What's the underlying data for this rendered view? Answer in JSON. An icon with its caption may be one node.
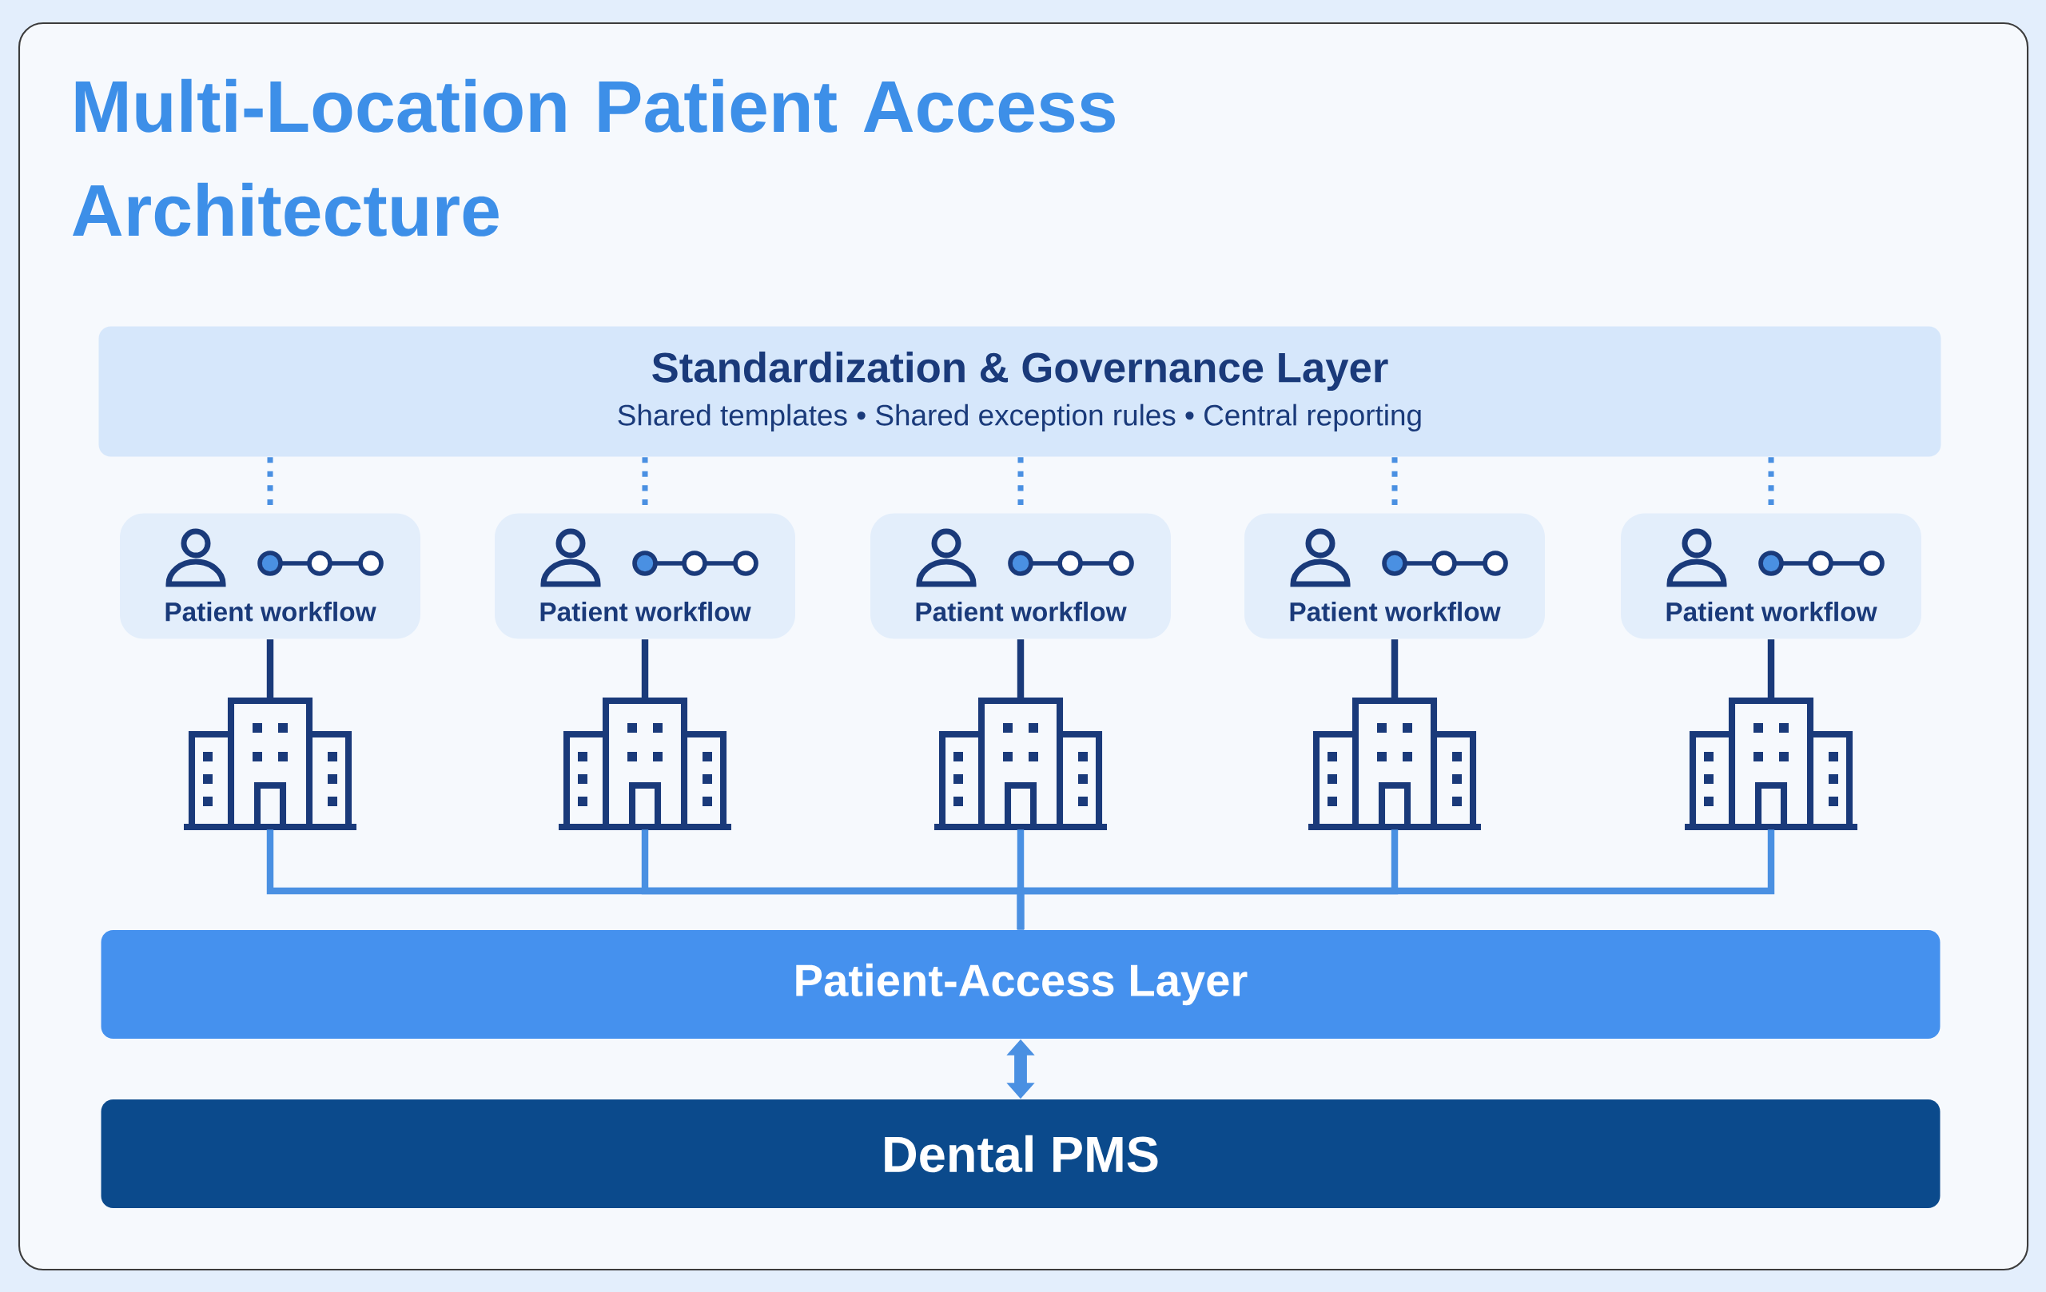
{
  "diagram": {
    "title": "Multi-Location Patient Access Architecture",
    "nodes": [
      {
        "text": [
          "Standardization & Governance Layer",
          "Shared templates • Shared exception rules • Central reporting"
        ]
      },
      {
        "text": [
          "Patient workflow"
        ]
      },
      {
        "text": [
          "Patient workflow"
        ]
      },
      {
        "text": [
          "Patient workflow"
        ]
      },
      {
        "text": [
          "Patient workflow"
        ]
      },
      {
        "text": [
          "Patient workflow"
        ]
      },
      {
        "text": [],
        "shape": "building"
      },
      {
        "text": [],
        "shape": "building"
      },
      {
        "text": [],
        "shape": "building"
      },
      {
        "text": [],
        "shape": "building"
      },
      {
        "text": [],
        "shape": "building"
      },
      {
        "text": [
          "Patient-Access Layer"
        ]
      },
      {
        "text": [
          "Dental PMS"
        ]
      }
    ],
    "edges": [
      {
        "from": 0,
        "to": 1,
        "arrow": "none",
        "style": "dashed"
      },
      {
        "from": 0,
        "to": 2,
        "arrow": "none",
        "style": "dashed"
      },
      {
        "from": 0,
        "to": 3,
        "arrow": "none",
        "style": "dashed"
      },
      {
        "from": 0,
        "to": 4,
        "arrow": "none",
        "style": "dashed"
      },
      {
        "from": 0,
        "to": 5,
        "arrow": "none",
        "style": "dashed"
      },
      {
        "from": 1,
        "to": 6,
        "arrow": "none",
        "color": "#1a3a7a"
      },
      {
        "from": 2,
        "to": 7,
        "arrow": "none",
        "color": "#1a3a7a"
      },
      {
        "from": 3,
        "to": 8,
        "arrow": "none",
        "color": "#1a3a7a"
      },
      {
        "from": 4,
        "to": 9,
        "arrow": "none",
        "color": "#1a3a7a"
      },
      {
        "from": 5,
        "to": 10,
        "arrow": "none",
        "color": "#1a3a7a"
      },
      {
        "from": 6,
        "to": 11,
        "arrow": "none"
      },
      {
        "from": 7,
        "to": 11,
        "arrow": "none"
      },
      {
        "from": 8,
        "to": 11,
        "arrow": "none"
      },
      {
        "from": 9,
        "to": 11,
        "arrow": "none"
      },
      {
        "from": 10,
        "to": 11,
        "arrow": "none"
      },
      {
        "from": 11,
        "to": 12,
        "arrow": "both",
        "style": "thick"
      }
    ]
  }
}
